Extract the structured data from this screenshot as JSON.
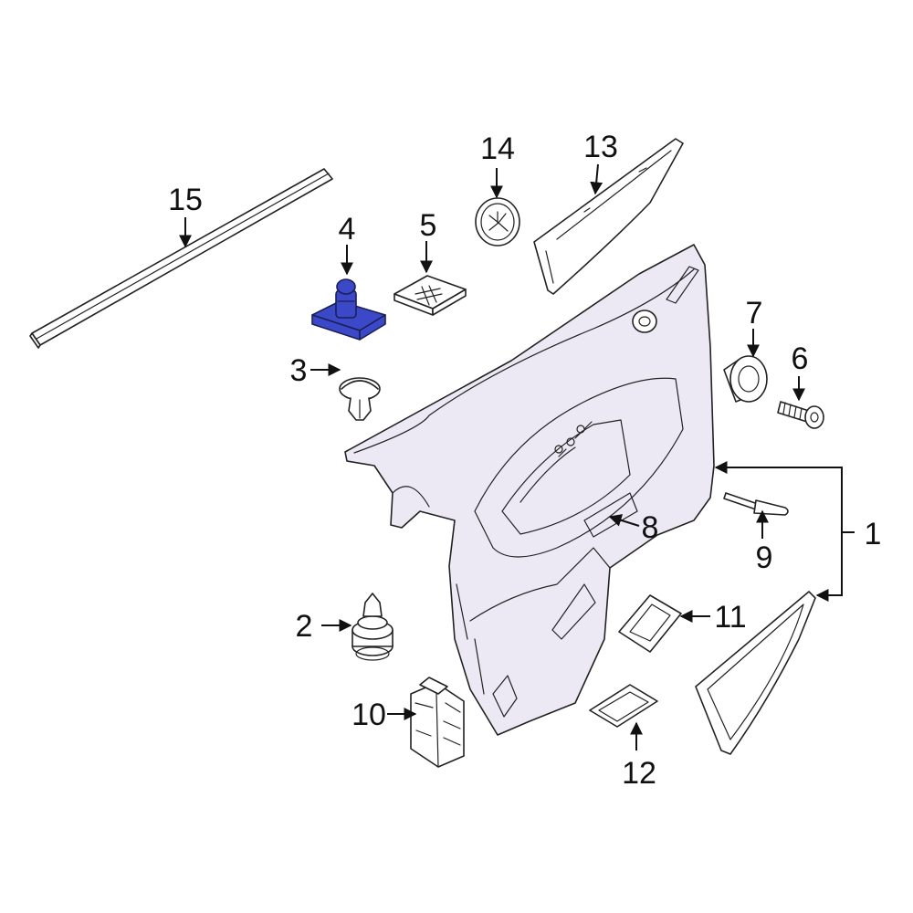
{
  "diagram": {
    "highlight_color": "#3b49c9",
    "callouts": [
      {
        "id": "c1",
        "label": "1"
      },
      {
        "id": "c2",
        "label": "2"
      },
      {
        "id": "c3",
        "label": "3"
      },
      {
        "id": "c4",
        "label": "4"
      },
      {
        "id": "c5",
        "label": "5"
      },
      {
        "id": "c6",
        "label": "6"
      },
      {
        "id": "c7",
        "label": "7"
      },
      {
        "id": "c8",
        "label": "8"
      },
      {
        "id": "c9",
        "label": "9"
      },
      {
        "id": "c10",
        "label": "10"
      },
      {
        "id": "c11",
        "label": "11"
      },
      {
        "id": "c12",
        "label": "12"
      },
      {
        "id": "c13",
        "label": "13"
      },
      {
        "id": "c14",
        "label": "14"
      },
      {
        "id": "c15",
        "label": "15"
      }
    ]
  }
}
